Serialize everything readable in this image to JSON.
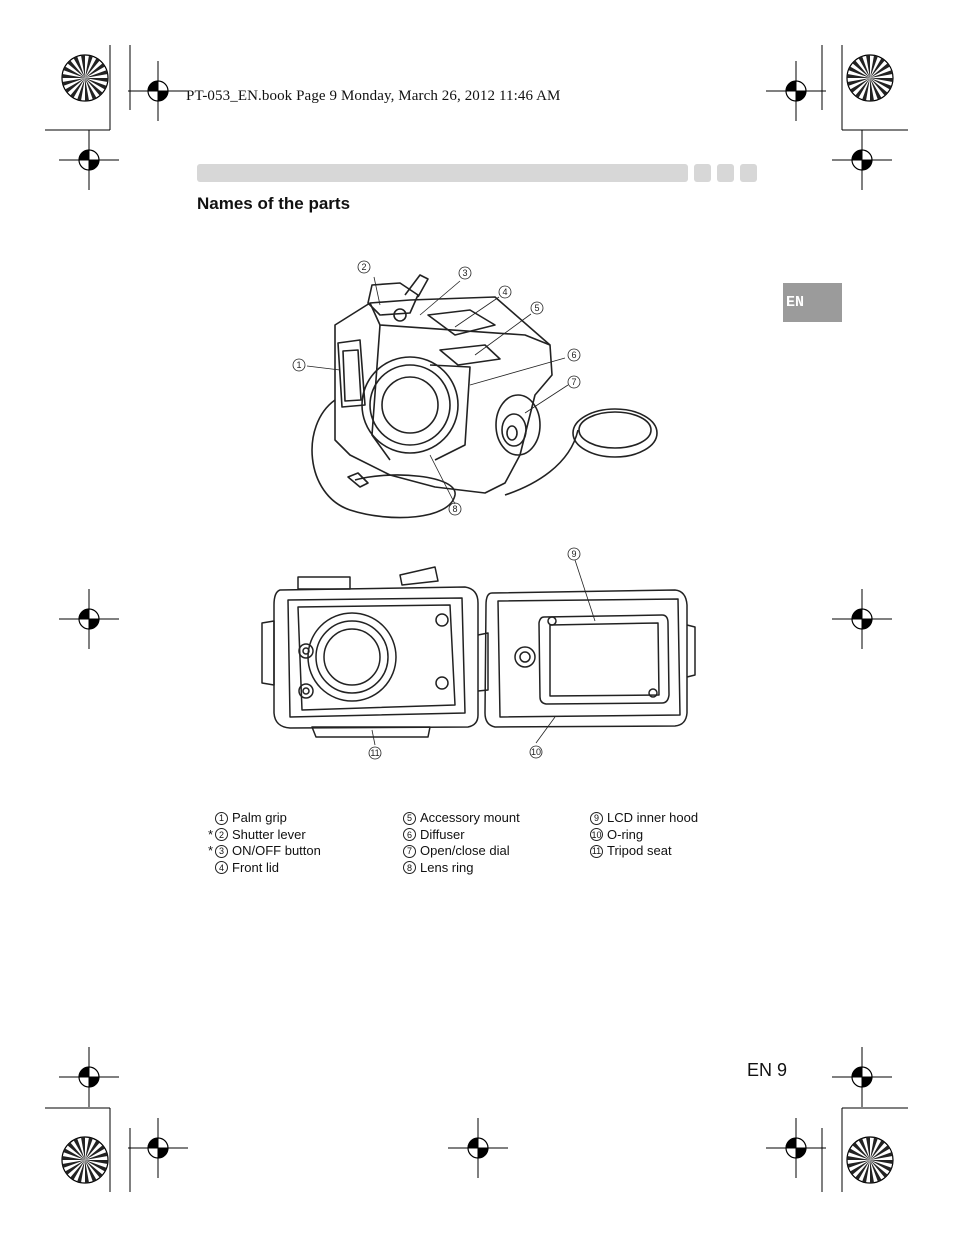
{
  "header": {
    "line": "PT-053_EN.book  Page 9  Monday, March 26, 2012  11:46 AM"
  },
  "section": {
    "title": "Names of the parts"
  },
  "language_tab": {
    "label": "EN"
  },
  "callouts": [
    "1",
    "2",
    "3",
    "4",
    "5",
    "6",
    "7",
    "8",
    "9",
    "10",
    "11"
  ],
  "parts": {
    "col1": [
      {
        "star": "",
        "num": "1",
        "label": "Palm grip"
      },
      {
        "star": "*",
        "num": "2",
        "label": "Shutter lever"
      },
      {
        "star": "*",
        "num": "3",
        "label": "ON/OFF button"
      },
      {
        "star": "",
        "num": "4",
        "label": "Front lid"
      }
    ],
    "col2": [
      {
        "star": "",
        "num": "5",
        "label": "Accessory mount"
      },
      {
        "star": "",
        "num": "6",
        "label": "Diffuser"
      },
      {
        "star": "",
        "num": "7",
        "label": "Open/close dial"
      },
      {
        "star": "",
        "num": "8",
        "label": "Lens ring"
      }
    ],
    "col3": [
      {
        "star": "",
        "num": "9",
        "label": "LCD inner hood"
      },
      {
        "star": "",
        "num": "10",
        "label": "O-ring"
      },
      {
        "star": "",
        "num": "11",
        "label": "Tripod seat"
      }
    ]
  },
  "footer": {
    "page_number": "EN 9"
  }
}
